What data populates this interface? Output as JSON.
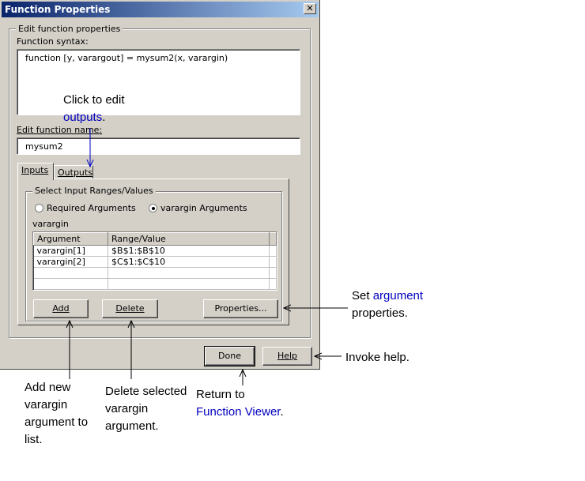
{
  "dialog": {
    "title": "Function Properties",
    "close_glyph": "✕",
    "group_label": "Edit function properties",
    "syntax_label": "Function syntax:",
    "syntax_value": "function [y, varargout] = mysum2(x, varargin)",
    "name_label": "Edit function name:",
    "name_value": "mysum2",
    "tabs": [
      {
        "label": "Inputs"
      },
      {
        "label": "Outputs"
      }
    ],
    "input_group_label": "Select Input Ranges/Values",
    "radio_required": "Required Arguments",
    "radio_varargin": "varargin Arguments",
    "grid_caption": "varargin",
    "grid_headers": [
      "Argument",
      "Range/Value"
    ],
    "grid_rows": [
      {
        "arg": "varargin[1]",
        "range": "$B$1:$B$10",
        "bold": false
      },
      {
        "arg": "varargin[2]",
        "range": "$C$1:$C$10",
        "bold": true
      }
    ],
    "buttons": {
      "add": "Add",
      "delete": "Delete",
      "properties": "Properties...",
      "done": "Done",
      "help": "Help"
    }
  },
  "callouts": {
    "edit_outputs_1": "Click to edit",
    "edit_outputs_2": "outputs",
    "edit_outputs_period": ".",
    "set_argument_1": "Set",
    "set_argument_2": "argument",
    "set_argument_3": "properties.",
    "invoke_help": "Invoke help.",
    "add_new_1": "Add new",
    "add_new_2": "varargin",
    "add_new_3": "argument to",
    "add_new_4": "list.",
    "delete_1": "Delete selected",
    "delete_2": "varargin",
    "delete_3": "argument.",
    "return_1": "Return to",
    "return_2": "Function Viewer",
    "return_period": "."
  },
  "colors": {
    "title_bar": "#0a246a",
    "callout_blue": "#0000c0",
    "dialog_face": "#d4d0c8"
  }
}
